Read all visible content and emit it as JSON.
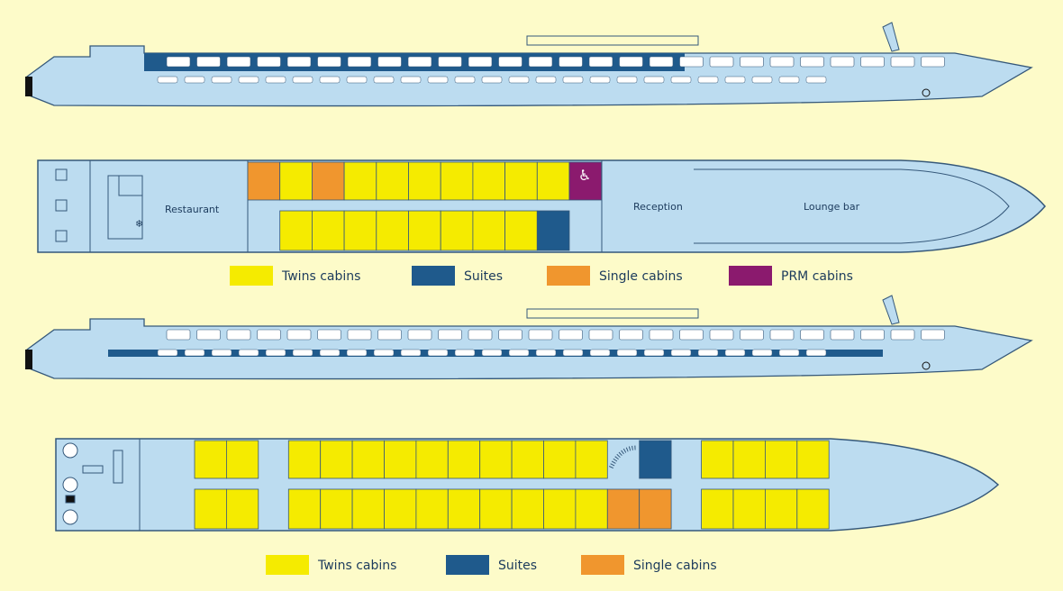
{
  "colors": {
    "background": "#fdfbc9",
    "hull": "#bcdcf0",
    "outline": "#35587a",
    "twin": "#f5eb00",
    "suite": "#1f5a8c",
    "single": "#f0962e",
    "prm": "#8b1a6e"
  },
  "upper_deck": {
    "labels": {
      "restaurant": "Restaurant",
      "reception": "Reception",
      "lounge": "Lounge bar"
    },
    "top_row": [
      "single",
      "twin",
      "single",
      "twin",
      "twin",
      "twin",
      "twin",
      "twin",
      "twin",
      "twin",
      "prm"
    ],
    "bottom_row": [
      null,
      "twin",
      "twin",
      "twin",
      "twin",
      "twin",
      "twin",
      "twin",
      "twin",
      "suite",
      null
    ],
    "legend": [
      {
        "type": "twin",
        "label": "Twins cabins"
      },
      {
        "type": "suite",
        "label": "Suites"
      },
      {
        "type": "single",
        "label": "Single cabins"
      },
      {
        "type": "prm",
        "label": "PRM cabins"
      }
    ]
  },
  "lower_deck": {
    "top_row": [
      "twin",
      "twin",
      "corridor",
      "twin",
      "twin",
      "twin",
      "twin",
      "twin",
      "twin",
      "twin",
      "twin",
      "twin",
      "twin",
      "stairs",
      "suite",
      "corridor",
      "twin",
      "twin",
      "twin",
      "twin"
    ],
    "bottom_row": [
      "twin",
      "twin",
      "corridor",
      "twin",
      "twin",
      "twin",
      "twin",
      "twin",
      "twin",
      "twin",
      "twin",
      "twin",
      "twin",
      "single",
      "single",
      "corridor",
      "twin",
      "twin",
      "twin",
      "twin"
    ],
    "legend": [
      {
        "type": "twin",
        "label": "Twins cabins"
      },
      {
        "type": "suite",
        "label": "Suites"
      },
      {
        "type": "single",
        "label": "Single cabins"
      }
    ]
  }
}
